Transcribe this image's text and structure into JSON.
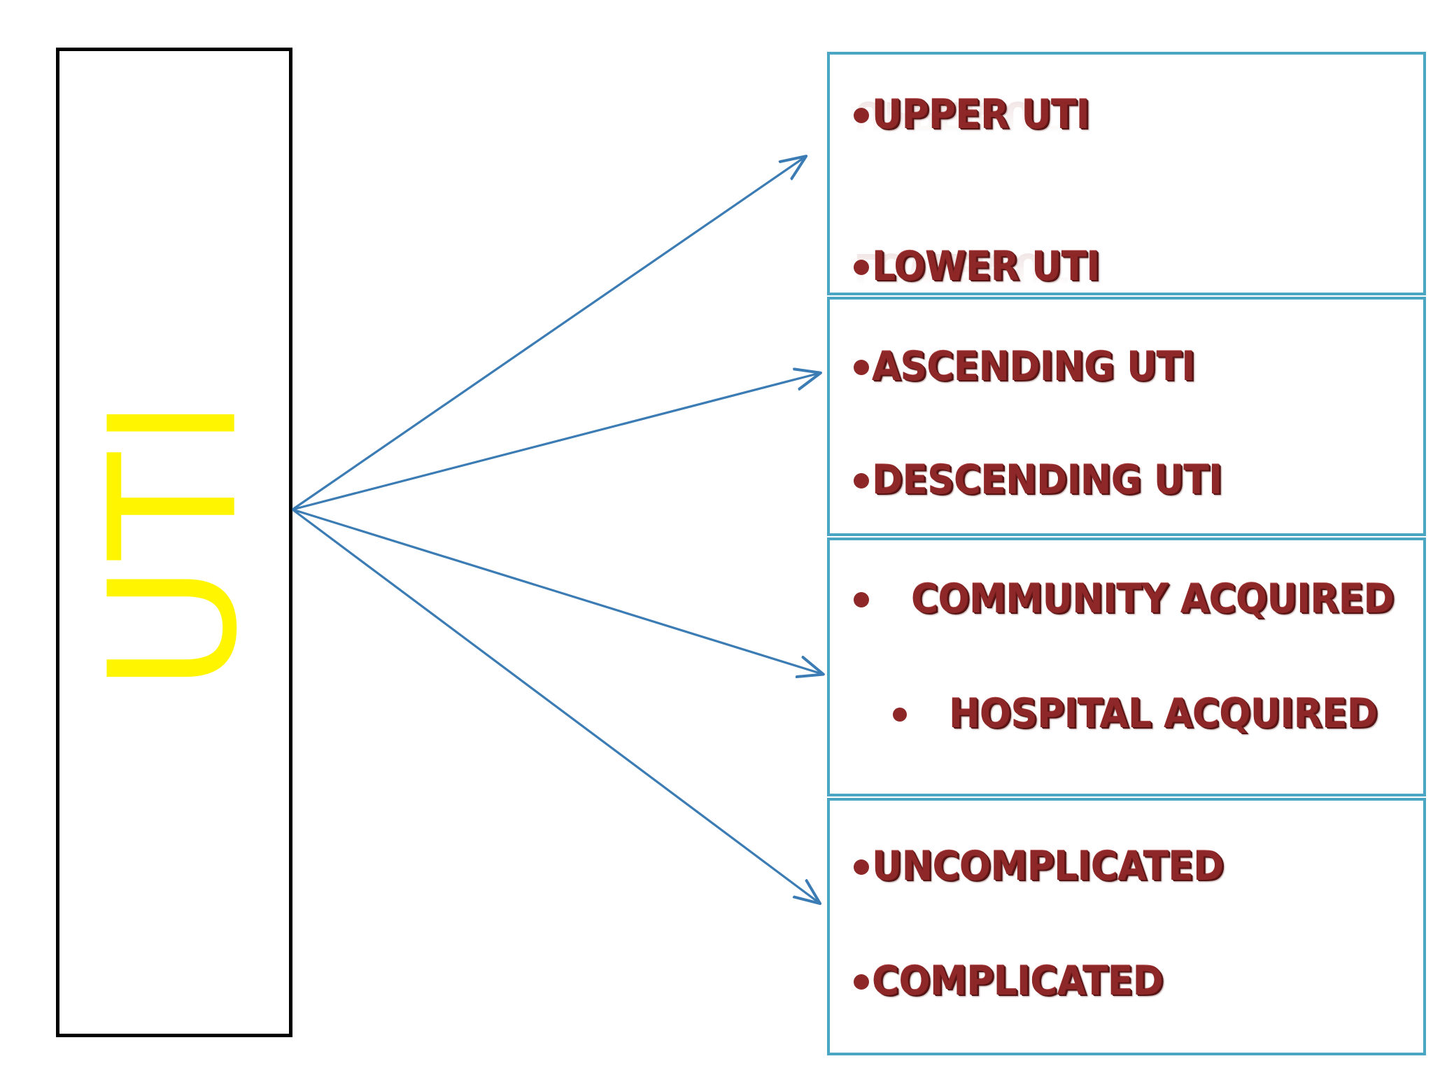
{
  "diagram": {
    "title": "UTI",
    "source": {
      "label": "UTI",
      "label_color": "#FFF500",
      "border_color": "#000000"
    },
    "style": {
      "box_border_color": "#4BA6C4",
      "text_color": "#8E2727",
      "bullet_color": "#8E2727",
      "arrow_color": "#3C7CB4",
      "background_color": "#FFFFFF"
    },
    "arrow_count": 4,
    "categories": [
      {
        "name": "anatomic-location",
        "has_reflection": true,
        "items": [
          {
            "bullet": "tight",
            "label": "UPPER UTI"
          },
          {
            "bullet": "tight",
            "label": "LOWER UTI"
          }
        ]
      },
      {
        "name": "route-of-spread",
        "has_reflection": false,
        "items": [
          {
            "bullet": "tight",
            "label": "ASCENDING UTI"
          },
          {
            "bullet": "tight",
            "label": "DESCENDING UTI"
          }
        ]
      },
      {
        "name": "setting-of-acquisition",
        "has_reflection": false,
        "items": [
          {
            "bullet": "gap",
            "label": "COMMUNITY ACQUIRED"
          },
          {
            "bullet": "gap",
            "label": "HOSPITAL ACQUIRED"
          }
        ]
      },
      {
        "name": "clinical-severity",
        "has_reflection": false,
        "items": [
          {
            "bullet": "tight",
            "label": "UNCOMPLICATED"
          },
          {
            "bullet": "tight",
            "label": "COMPLICATED"
          }
        ]
      }
    ]
  }
}
